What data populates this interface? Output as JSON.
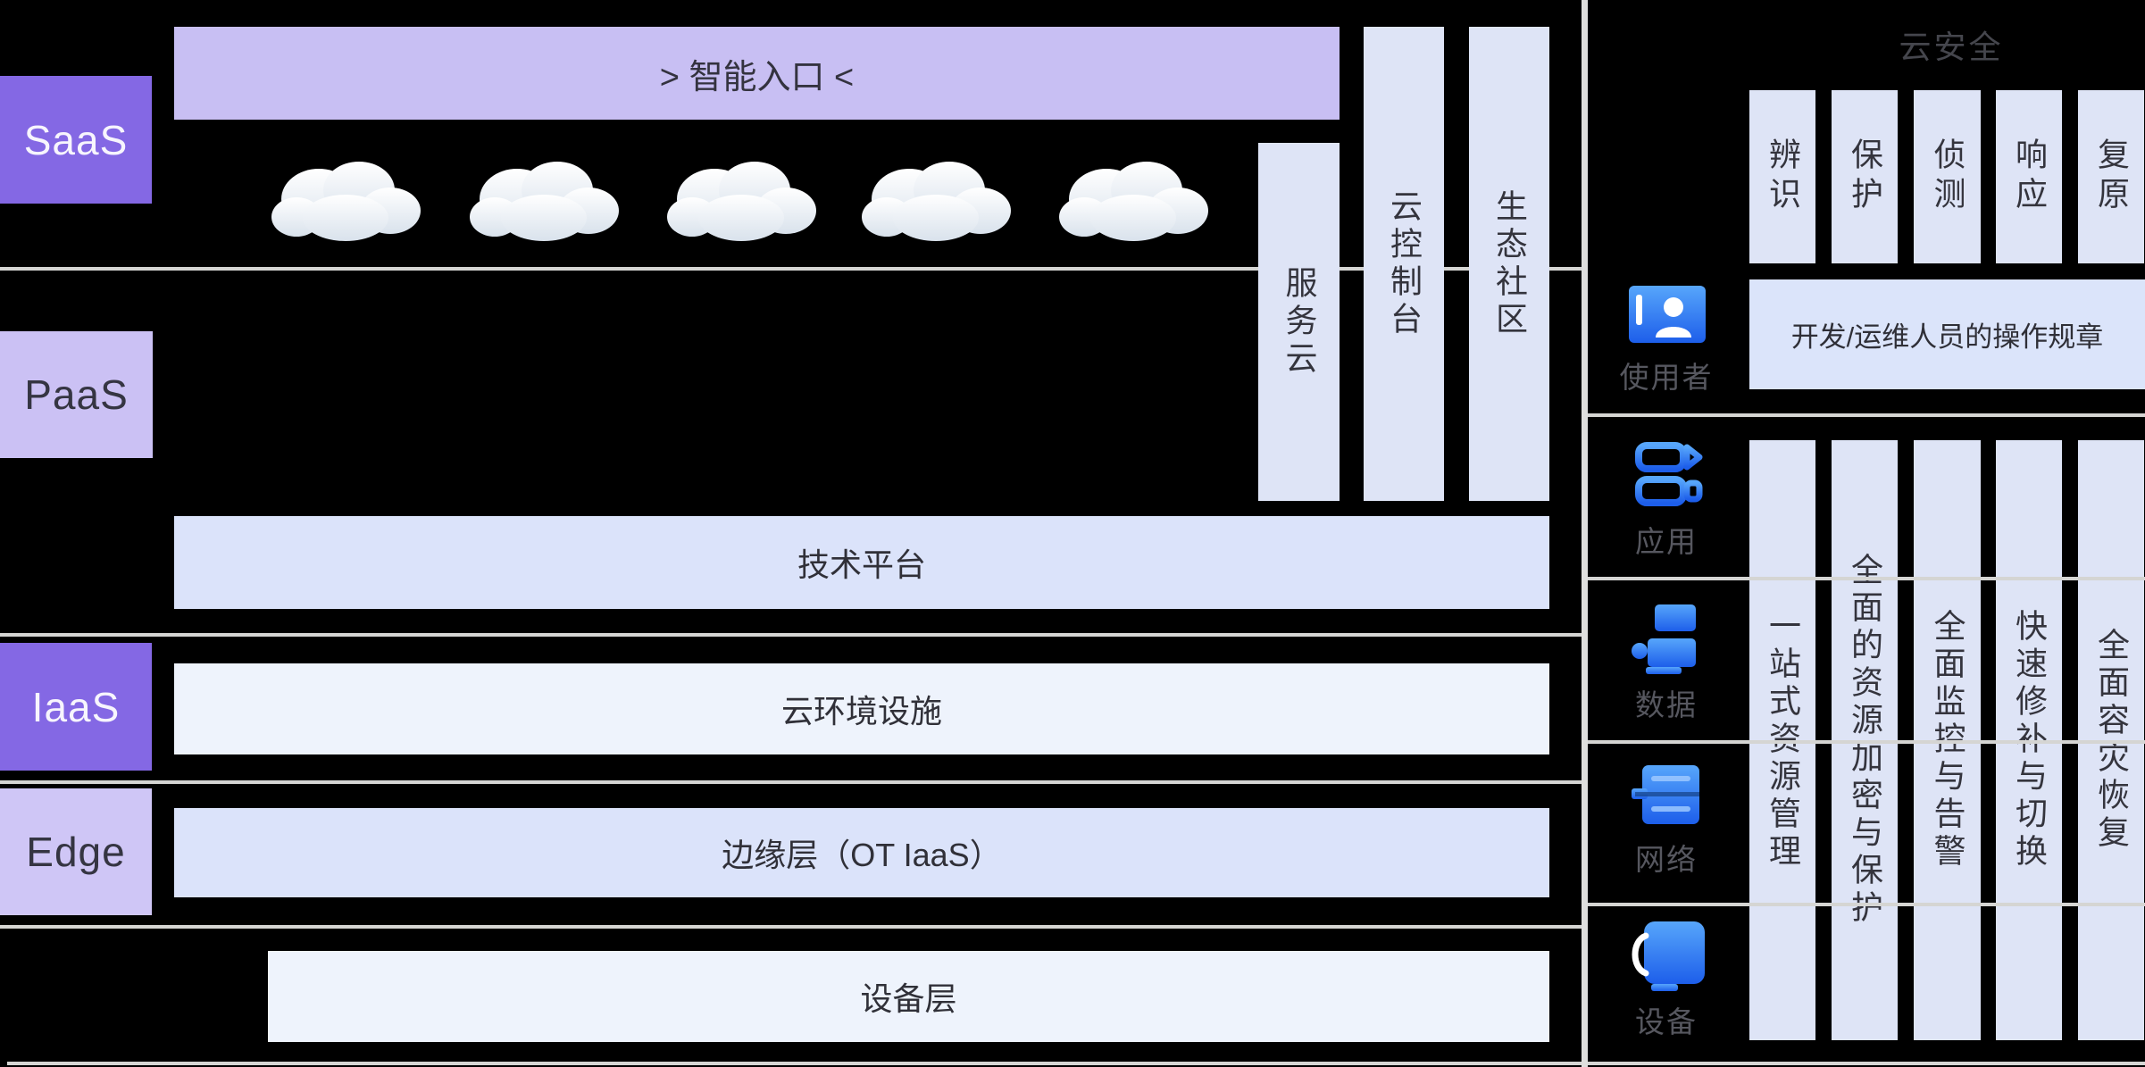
{
  "layers": {
    "saas": "SaaS",
    "paas": "PaaS",
    "iaas": "IaaS",
    "edge": "Edge"
  },
  "banner": {
    "text": "> 智能入口 <"
  },
  "pillars": [
    {
      "label": "服务云"
    },
    {
      "label": "云控制台"
    },
    {
      "label": "生态社区"
    }
  ],
  "rows": {
    "tech": "技术平台",
    "cloud_env": "云环境设施",
    "edge_layer": "边缘层（OT IaaS）",
    "device_layer": "设备层"
  },
  "security": {
    "title": "云安全",
    "phases": [
      {
        "label": "辨识"
      },
      {
        "label": "保护"
      },
      {
        "label": "侦测"
      },
      {
        "label": "响应"
      },
      {
        "label": "复原"
      }
    ],
    "user": {
      "label": "使用者",
      "policy": "开发/运维人员的操作规章"
    },
    "resources": [
      {
        "label": "应用"
      },
      {
        "label": "数据"
      },
      {
        "label": "网络"
      },
      {
        "label": "设备"
      }
    ],
    "capabilities": [
      {
        "label": "一站式资源管理"
      },
      {
        "label": "全面的资源加密与保护"
      },
      {
        "label": "全面监控与告警"
      },
      {
        "label": "快速修补与切换"
      },
      {
        "label": "全面容灾恢复"
      }
    ]
  },
  "icons": {
    "clouds": "cloud-icon",
    "user": "user-icon",
    "app": "app-layers-icon",
    "data": "data-chart-icon",
    "network": "network-icon",
    "device": "device-icon"
  },
  "colors": {
    "background": "#000000",
    "layer_dark_purple": "#8468E4",
    "layer_light_purple": "#CBC1F4",
    "edge_purple": "#CFC6F6",
    "banner_purple": "#C8BFF3",
    "row_blue": "#DBE3FA",
    "row_pale": "#EEF3FC",
    "pillar_blue": "#DEE4F6",
    "divider_gray": "#D5D5D3",
    "icon_blue_top": "#57A6FB",
    "icon_blue_bottom": "#1D5EEA",
    "text_dark": "#303038",
    "text_gray": "#56575F"
  }
}
